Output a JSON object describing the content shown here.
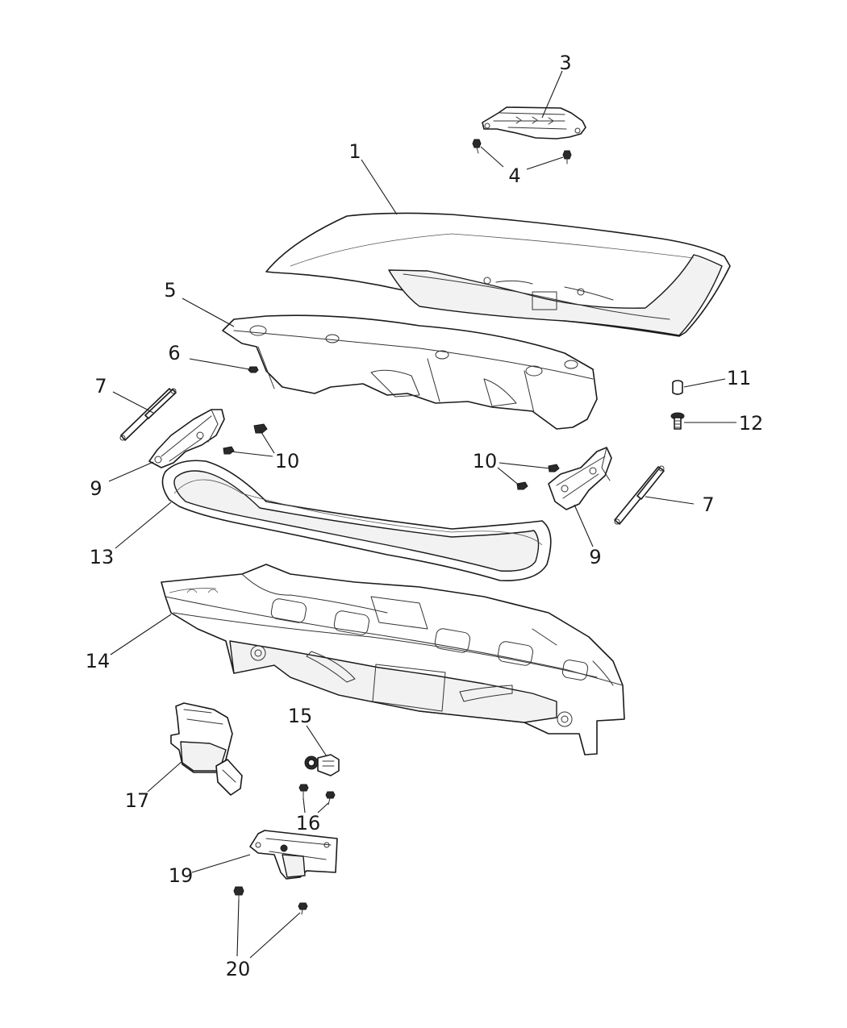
{
  "callouts": {
    "c1": "1",
    "c3": "3",
    "c4": "4",
    "c5": "5",
    "c6": "6",
    "c7_left": "7",
    "c7_right": "7",
    "c9_left": "9",
    "c9_right": "9",
    "c10_left": "10",
    "c10_right": "10",
    "c11": "11",
    "c12": "12",
    "c13": "13",
    "c14": "14",
    "c15": "15",
    "c16": "16",
    "c17": "17",
    "c19": "19",
    "c20": "20"
  }
}
